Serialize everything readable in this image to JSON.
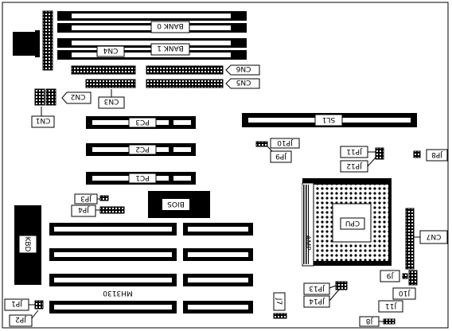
{
  "board": {
    "model": "MH3130"
  },
  "memory": {
    "bank0": "BANK 0",
    "bank1": "BANK 1",
    "cn4": "CN4"
  },
  "connectors": {
    "cn1": "CN1",
    "cn2": "CN2",
    "cn3": "CN3",
    "cn5": "CN5",
    "cn6": "CN6",
    "cn7": "CN7",
    "kbd": "KBD"
  },
  "slots": {
    "pc1": "PC1",
    "pc2": "PC2",
    "pc3": "PC3",
    "sl1": "SL1"
  },
  "chips": {
    "bios": "BIOS",
    "cpu": "CPU",
    "amp": "AMP"
  },
  "jumpers": {
    "jp1": "JP1",
    "jp2": "JP2",
    "jp3": "JP3",
    "jp4": "JP4",
    "jp7": "J7",
    "jp8": "JP8",
    "jp9": "JP9",
    "jp10": "JP10",
    "jp11": "JP11",
    "jp12": "JP12",
    "jp13": "JP13",
    "jp14": "JP14",
    "j8": "J8",
    "j9": "J9",
    "j10": "J10",
    "j11": "J11"
  },
  "colors": {
    "ink": "#000000",
    "paper": "#ffffff"
  }
}
